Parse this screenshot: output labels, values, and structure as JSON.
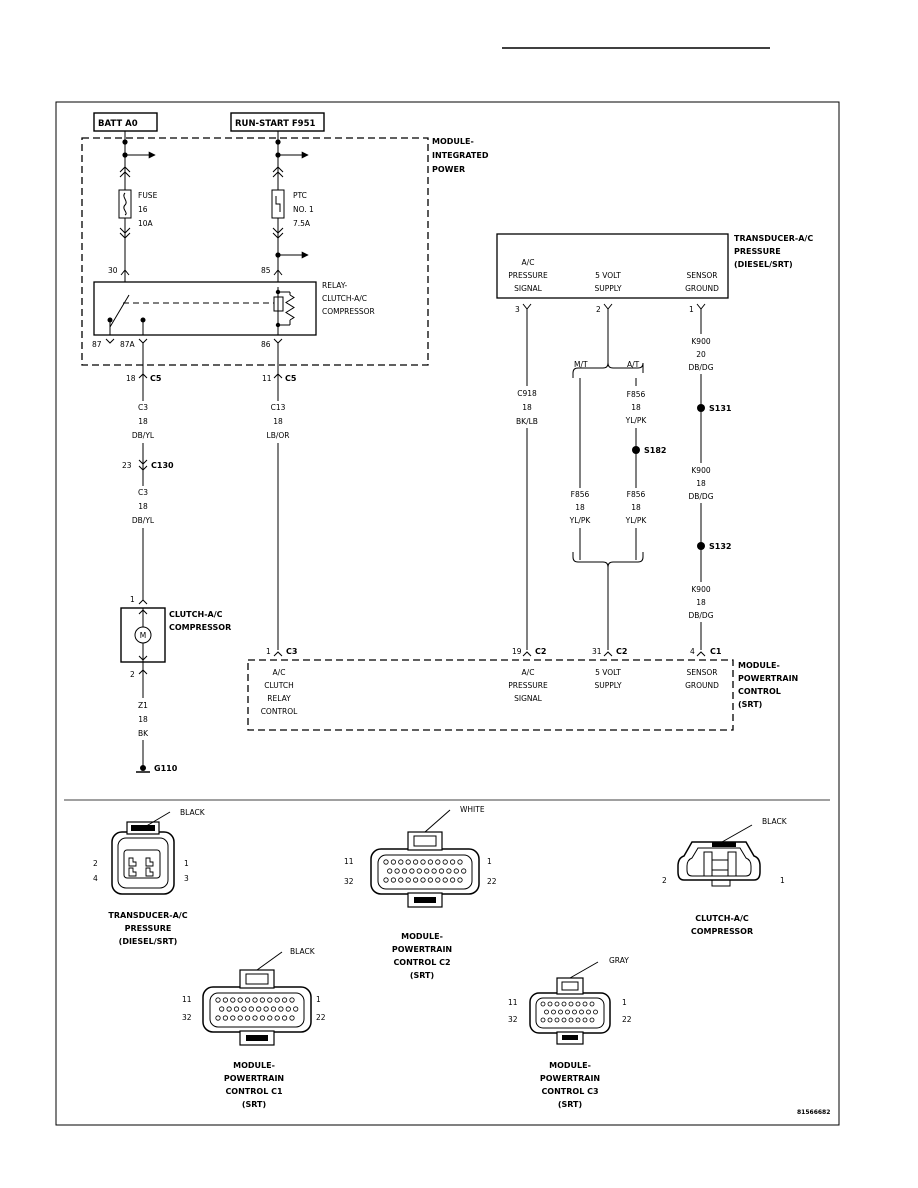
{
  "page": {
    "diagram_id": "81566682"
  },
  "power_sources": {
    "batt": "BATT A0",
    "run_start": "RUN-START F951"
  },
  "modules": {
    "tipm": [
      "MODULE-",
      "INTEGRATED",
      "POWER"
    ],
    "transducer": [
      "TRANSDUCER-A/C",
      "PRESSURE",
      "(DIESEL/SRT)"
    ],
    "pcm": [
      "MODULE-",
      "POWERTRAIN",
      "CONTROL",
      "(SRT)"
    ],
    "clutch": [
      "CLUTCH-A/C",
      "COMPRESSOR"
    ],
    "relay": [
      "RELAY-",
      "CLUTCH-A/C",
      "COMPRESSOR"
    ]
  },
  "fuses": {
    "fuse": [
      "FUSE",
      "16",
      "10A"
    ],
    "ptc": [
      "PTC",
      "NO. 1",
      "7.5A"
    ]
  },
  "relay_pins": {
    "p30": "30",
    "p85": "85",
    "p87": "87",
    "p87a": "87A",
    "p86": "86"
  },
  "connectors": {
    "c5": "C5",
    "c130": "C130",
    "c1": "C1",
    "c2": "C2",
    "c3": "C3",
    "pin_18": "18",
    "pin_11": "11",
    "pin_23": "23",
    "pin_1": "1",
    "pin_2": "2",
    "pin_3": "3",
    "pin_19": "19",
    "pin_31": "31",
    "pin_4": "4"
  },
  "wires": {
    "c3_upper": [
      "C3",
      "18",
      "DB/YL"
    ],
    "c3_lower": [
      "C3",
      "18",
      "DB/YL"
    ],
    "c13": [
      "C13",
      "18",
      "LB/OR"
    ],
    "z1": [
      "Z1",
      "18",
      "BK"
    ],
    "c918": [
      "C918",
      "18",
      "BK/LB"
    ],
    "f856_at_upper": [
      "F856",
      "18",
      "YL/PK"
    ],
    "f856_mt": [
      "F856",
      "18",
      "YL/PK"
    ],
    "f856_at_lower": [
      "F856",
      "18",
      "YL/PK"
    ],
    "k900_a": [
      "K900",
      "20",
      "DB/DG"
    ],
    "k900_b": [
      "K900",
      "18",
      "DB/DG"
    ],
    "k900_c": [
      "K900",
      "18",
      "DB/DG"
    ]
  },
  "variants": {
    "mt": "M/T",
    "at": "A/T"
  },
  "splices": {
    "s131": "S131",
    "s132": "S132",
    "s182": "S182"
  },
  "ground": "G110",
  "motor_symbol": "M",
  "transducer_pins": {
    "signal": [
      "A/C",
      "PRESSURE",
      "SIGNAL"
    ],
    "supply": [
      "5 VOLT",
      "SUPPLY"
    ],
    "ground": [
      "SENSOR",
      "GROUND"
    ]
  },
  "pcm_pins": {
    "clutch_relay": [
      "A/C",
      "CLUTCH",
      "RELAY",
      "CONTROL"
    ],
    "signal": [
      "A/C",
      "PRESSURE",
      "SIGNAL"
    ],
    "supply": [
      "5 VOLT",
      "SUPPLY"
    ],
    "ground": [
      "SENSOR",
      "GROUND"
    ]
  },
  "connector_views": {
    "transducer": {
      "color": "BLACK",
      "name": [
        "TRANSDUCER-A/C",
        "PRESSURE",
        "(DIESEL/SRT)"
      ],
      "pins": [
        "2",
        "4",
        "1",
        "3"
      ]
    },
    "pcm_c2": {
      "color": "WHITE",
      "name": [
        "MODULE-",
        "POWERTRAIN",
        "CONTROL C2",
        "(SRT)"
      ],
      "pins": [
        "11",
        "32",
        "1",
        "22"
      ]
    },
    "clutch": {
      "color": "BLACK",
      "name": [
        "CLUTCH-A/C",
        "COMPRESSOR"
      ],
      "pins": [
        "2",
        "1"
      ]
    },
    "pcm_c1": {
      "color": "BLACK",
      "name": [
        "MODULE-",
        "POWERTRAIN",
        "CONTROL C1",
        "(SRT)"
      ],
      "pins": [
        "11",
        "32",
        "1",
        "22"
      ]
    },
    "pcm_c3": {
      "color": "GRAY",
      "name": [
        "MODULE-",
        "POWERTRAIN",
        "CONTROL C3",
        "(SRT)"
      ],
      "pins": [
        "11",
        "32",
        "1",
        "22"
      ]
    }
  }
}
